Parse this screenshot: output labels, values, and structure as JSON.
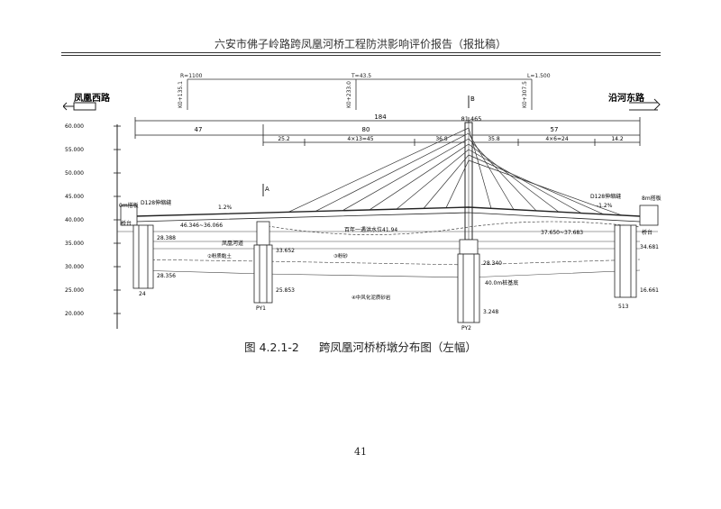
{
  "header": {
    "title": "六安市佛子岭路跨凤凰河桥工程防洪影响评价报告（报批稿）"
  },
  "drawing": {
    "left_label": "凤凰西路",
    "right_label": "沿河东路",
    "elevation_ticks": [
      "60.000",
      "55.000",
      "50.000",
      "45.000",
      "40.000",
      "35.000",
      "30.000",
      "25.000",
      "20.000"
    ],
    "top_dim": {
      "total": "184",
      "left": "47",
      "mid": "80",
      "right": "57"
    },
    "sub_dims": [
      "25.2",
      "4×13=45",
      "36.8",
      "35.8",
      "4×6=24",
      "14.2"
    ],
    "pylon_elevation": "81.465",
    "sections": [
      "A",
      "B"
    ],
    "deck_labels": {
      "left_abutment": "D128伸缩缝",
      "right_abutment": "D128伸缩缝",
      "grade_left": "1.2%",
      "grade_right": "-1.2%",
      "mid_note": "百年一遇洪水位41.94",
      "right_span": "37.650~37.683",
      "left_span": "46.346~36.066"
    },
    "annotations": {
      "left_box": "桥台",
      "right_box": "桥台",
      "left_small": "0m搭板",
      "right_small": "8m搭板",
      "river_label": "凤凰河道",
      "left_mark1": "28.388",
      "left_mark2": "28.356",
      "pier_mark1": "33.652",
      "pier_mark2": "25.853",
      "pier_mark3": "28.340",
      "pier_mark4": "3.248",
      "right_mark1": "34.681",
      "right_mark2": "16.661",
      "soil1": "②粉质黏土",
      "soil2": "③粉砂",
      "soil3": "④中风化泥质砂岩",
      "pile_left": "24",
      "pile_pier1": "PY1",
      "pile_pier2": "PY2",
      "pile_right": "513",
      "bottom_note": "40.0m桩基底"
    }
  },
  "caption": {
    "number": "图 4.2.1-2",
    "text": "跨凤凰河桥桥墩分布图（左幅）"
  },
  "page_number": "41"
}
